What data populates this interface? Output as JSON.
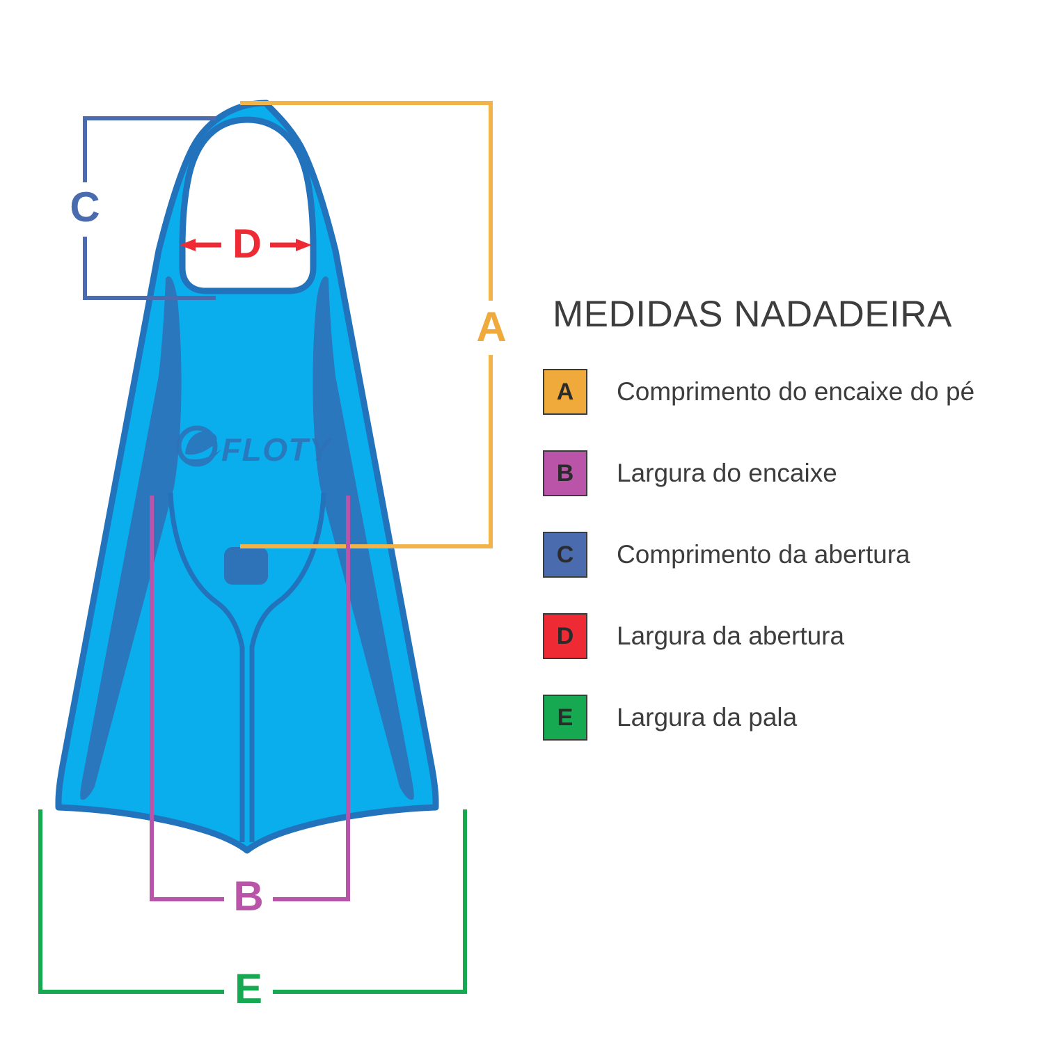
{
  "panel": {
    "title": "MEDIDAS NADADEIRA",
    "items": [
      {
        "key": "A",
        "label": "Comprimento do encaixe do pé",
        "color": "#F0A93B"
      },
      {
        "key": "B",
        "label": "Largura do encaixe",
        "color": "#B954A8"
      },
      {
        "key": "C",
        "label": "Comprimento da abertura",
        "color": "#4A6BAE"
      },
      {
        "key": "D",
        "label": "Largura da abertura",
        "color": "#EE2B34"
      },
      {
        "key": "E",
        "label": "Largura da pala",
        "color": "#17A951"
      }
    ]
  },
  "product": {
    "brand": "FLOTY",
    "body_color": "#0BAEEC",
    "rib_color": "#2E72B8",
    "outline_color": "#2272BC"
  },
  "dimensions": {
    "a_label": "A",
    "b_label": "B",
    "c_label": "C",
    "d_label": "D",
    "e_label": "E"
  }
}
